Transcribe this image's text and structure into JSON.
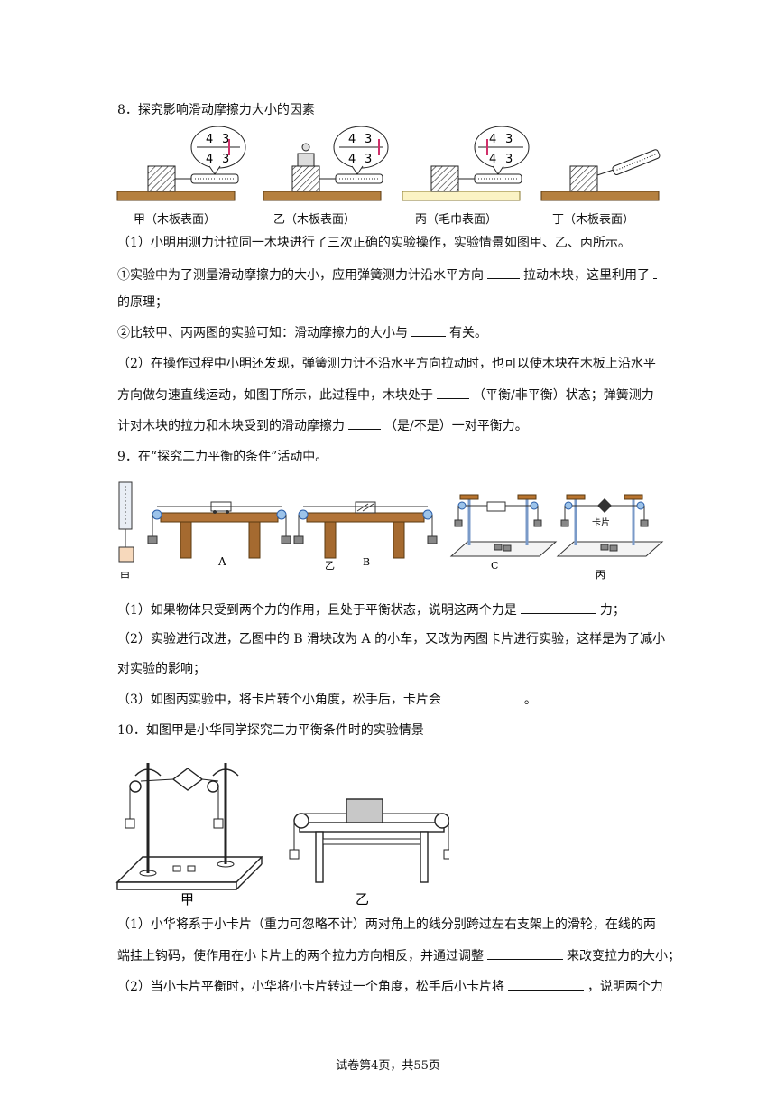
{
  "q8": {
    "title": "8．探究影响滑动摩擦力大小的因素",
    "captions": [
      "甲（木板表面）",
      "乙（木板表面）",
      "丙（毛巾表面）",
      "丁（木板表面）"
    ],
    "gauge_digits": [
      "4",
      "3"
    ],
    "p1": "（1）小明用测力计拉同一木块进行了三次正确的实验操作，实验情景如图甲、乙、丙所示。",
    "p2a": "①实验中为了测量滑动摩擦力的大小，应用弹簧测力计沿水平方向",
    "p2b": "拉动木块，这里利用了",
    "p2c": "的原理；",
    "p3a": "②比较甲、丙两图的实验可知：滑动摩擦力的大小与",
    "p3b": "有关。",
    "p4": "（2）在操作过程中小明还发现，弹簧测力计不沿水平方向拉动时，也可以使木块在木板上沿水平",
    "p5a": "方向做匀速直线运动，如图丁所示，此过程中，木块处于",
    "p5b": "（平衡/非平衡）状态；弹簧测力",
    "p6a": "计对木块的拉力和木块受到的滑动摩擦力",
    "p6b": "（是/不是）一对平衡力。"
  },
  "q9": {
    "title": "9．在“探究二力平衡的条件”活动中。",
    "labels": {
      "jia": "甲",
      "A": "A",
      "yi": "乙",
      "B": "B",
      "C": "C",
      "bing": "丙",
      "card": "卡片"
    },
    "p1a": "（1）如果物体只受到两个力的作用，且处于平衡状态，说明这两个力是",
    "p1b": "力；",
    "p2": "（2）实验进行改进，乙图中的 B 滑块改为 A 的小车，又改为丙图卡片进行实验，这样是为了减小",
    "p3": "对实验的影响；",
    "p4a": "（3）如图丙实验中，将卡片转个小角度，松手后，卡片会",
    "p4b": "。"
  },
  "q10": {
    "title": "10．如图甲是小华同学探究二力平衡条件时的实验情景",
    "labels": {
      "jia": "甲",
      "yi": "乙"
    },
    "p1": "（1）小华将系于小卡片（重力可忽略不计）两对角上的线分别跨过左右支架上的滑轮，在线的两",
    "p2a": "端挂上钩码，使作用在小卡片上的两个拉力方向相反，并通过调整",
    "p2b": "来改变拉力的大小；",
    "p3a": "（2）当小卡片平衡时，小华将小卡片转过一个角度，松手后小卡片将",
    "p3b": "，说明两个力"
  },
  "footer": "试卷第4页，共55页"
}
